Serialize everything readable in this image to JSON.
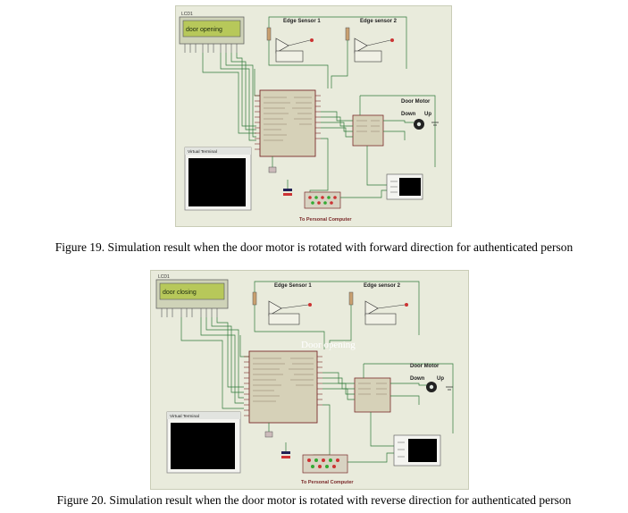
{
  "figure19": {
    "lcd_label": "LCD1",
    "lcd_text": "door opening",
    "sensor1_title": "Edge Sensor 1",
    "sensor2_title": "Edge sensor 2",
    "motor_title": "Door Motor",
    "motor_left": "Down",
    "motor_right": "Up",
    "terminal_title": "Virtual Terminal",
    "pc_label": "To Personal Computer",
    "caption": "Figure 19. Simulation result when the door motor is rotated with forward direction for authenticated person"
  },
  "figure20": {
    "lcd_label": "LCD1",
    "lcd_text": "door closing",
    "sensor1_title": "Edge Sensor 1",
    "sensor2_title": "Edge sensor 2",
    "overlay_text": "Door opening",
    "motor_title": "Door Motor",
    "motor_left": "Down",
    "motor_right": "Up",
    "terminal_title": "Virtual Terminal",
    "pc_label": "To Personal Computer",
    "caption": "Figure 20. Simulation result when the door motor is rotated with reverse direction for authenticated person"
  },
  "colors": {
    "schematic_bg": "#e9ebdc",
    "wire": "#2f7a3a",
    "component": "#7a2a2a",
    "lcd_bg": "#b7c85a",
    "terminal_screen": "#000000"
  }
}
